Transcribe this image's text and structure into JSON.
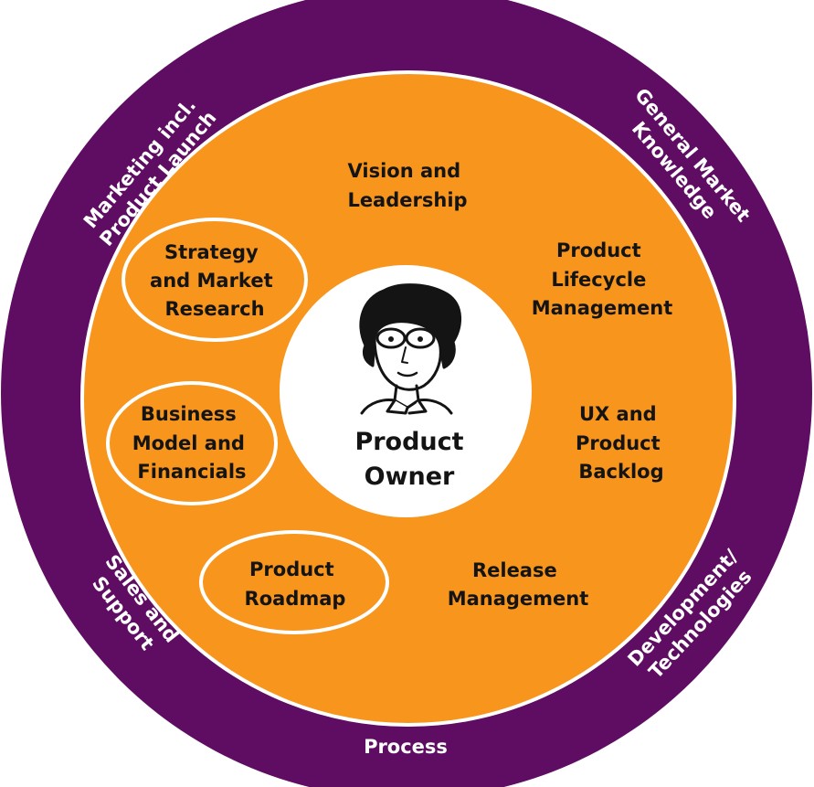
{
  "colors": {
    "outer_ring": "#5e0d62",
    "inner_disc": "#f7951d",
    "center": "#ffffff",
    "outline": "#ffffff",
    "inner_text": "#141414",
    "outer_text": "#ffffff"
  },
  "center": {
    "icon": "woman-with-glasses-portrait-icon",
    "title_line1": "Product",
    "title_line2": "Owner"
  },
  "outer_ring": {
    "marketing": {
      "line1": "Marketing incl.",
      "line2": "Product Launch"
    },
    "general_market": {
      "line1": "General Market",
      "line2": "Knowledge"
    },
    "sales": {
      "line1": "Sales and",
      "line2": "Support"
    },
    "development": {
      "line1": "Development/",
      "line2": "Technologies"
    },
    "process": {
      "line1": "Process"
    }
  },
  "inner_topics": {
    "vision": {
      "line1": "Vision and",
      "line2": "Leadership"
    },
    "lifecycle": {
      "line1": "Product",
      "line2": "Lifecycle",
      "line3": "Management"
    },
    "ux": {
      "line1": "UX and",
      "line2": "Product",
      "line3": "Backlog"
    },
    "release": {
      "line1": "Release",
      "line2": "Management"
    },
    "strategy": {
      "line1": "Strategy",
      "line2": "and Market",
      "line3": "Research"
    },
    "business": {
      "line1": "Business",
      "line2": "Model and",
      "line3": "Financials"
    },
    "roadmap": {
      "line1": "Product",
      "line2": "Roadmap"
    }
  }
}
